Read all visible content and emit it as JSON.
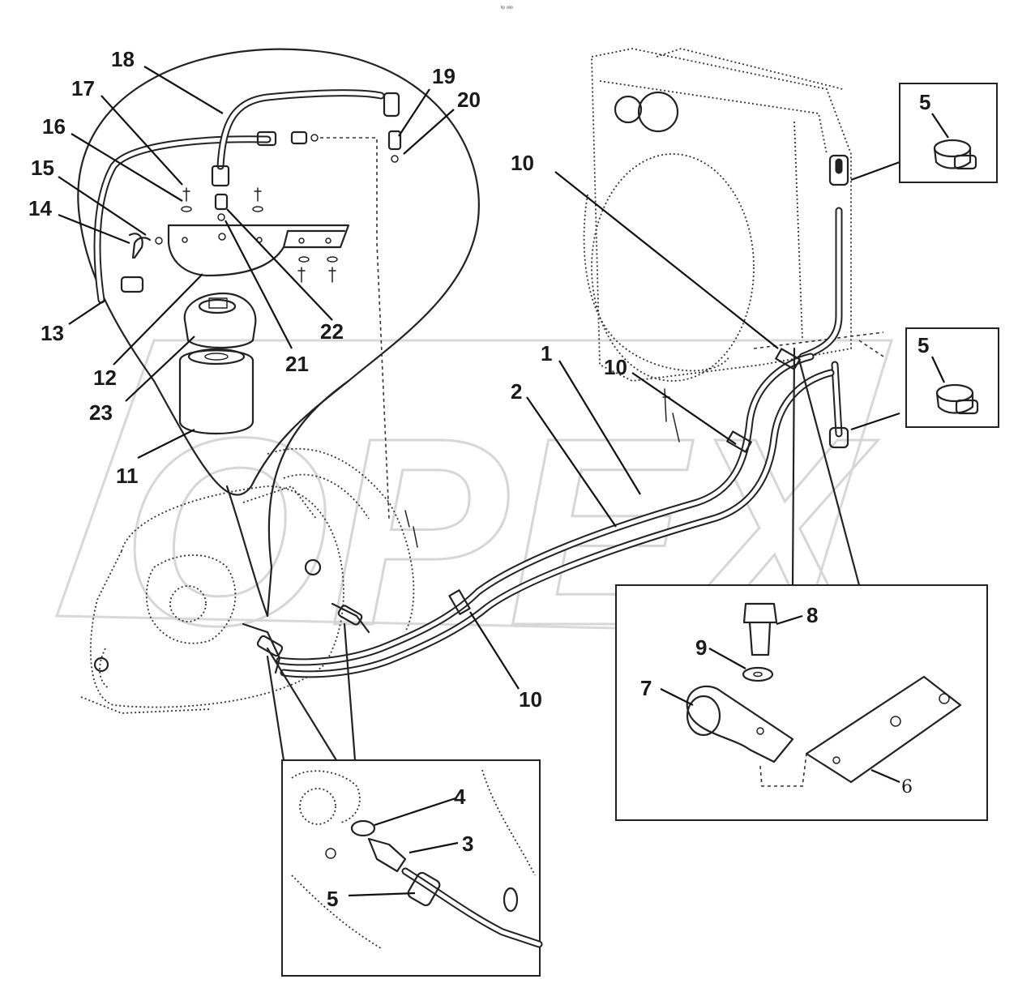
{
  "header_text": "ᵏᵖ ᵃᵃᵃ",
  "watermark_text": "OPEX",
  "callouts": {
    "c1": "1",
    "c2": "2",
    "c3": "3",
    "c4": "4",
    "c5a": "5",
    "c5b": "5",
    "c5c": "5",
    "c6": "6",
    "c7": "7",
    "c8": "8",
    "c9": "9",
    "c10a": "10",
    "c10b": "10",
    "c10c": "10",
    "c11": "11",
    "c12": "12",
    "c13": "13",
    "c14": "14",
    "c15": "15",
    "c16": "16",
    "c17": "17",
    "c18": "18",
    "c19": "19",
    "c20": "20",
    "c21": "21",
    "c22": "22",
    "c23": "23"
  }
}
